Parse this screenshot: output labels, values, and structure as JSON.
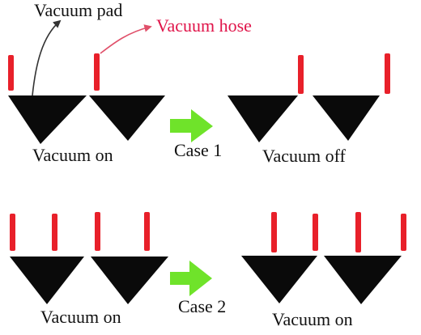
{
  "colors": {
    "pad": "#0a0a0a",
    "hose": "#e8202a",
    "arrow_green": "#6fe32a",
    "leader_dark": "#333333",
    "leader_red": "#e0506a",
    "text": "#111111",
    "text_red": "#e0154a"
  },
  "labels": {
    "vacuum_pad": "Vacuum pad",
    "vacuum_hose": "Vacuum hose"
  },
  "cases": [
    {
      "case_label": "Case 1",
      "before_label": "Vacuum on",
      "after_label": "Vacuum off"
    },
    {
      "case_label": "Case 2",
      "before_label": "Vacuum on",
      "after_label": "Vacuum on"
    }
  ]
}
